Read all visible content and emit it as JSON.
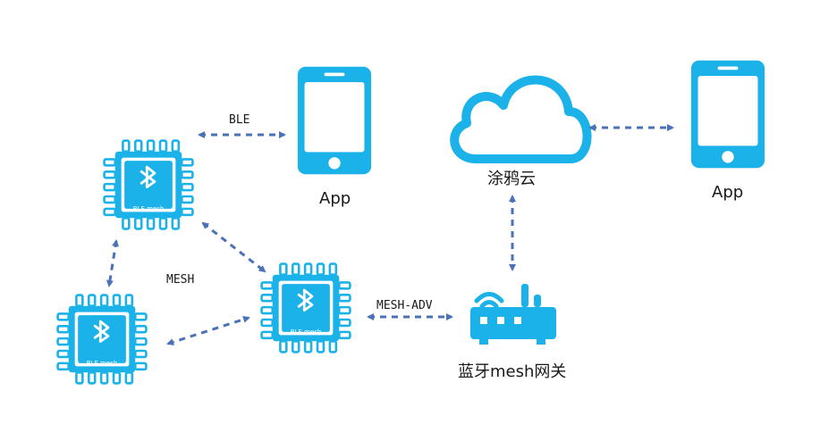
{
  "colors": {
    "device": "#1ab2e8",
    "device_dark": "#0f8fd0",
    "arrow": "#4a72b8",
    "text": "#1a1a1a"
  },
  "labels": {
    "ble": "BLE",
    "mesh": "MESH",
    "mesh_adv": "MESH-ADV",
    "app_left": "App",
    "app_right": "App",
    "cloud": "涂鸦云",
    "gateway": "蓝牙mesh网关"
  },
  "chips": {
    "chip_label": "BLE mesh"
  },
  "icons": [
    "bluetooth-chip-icon",
    "smartphone-icon",
    "cloud-icon",
    "router-icon",
    "dashed-double-arrow"
  ]
}
